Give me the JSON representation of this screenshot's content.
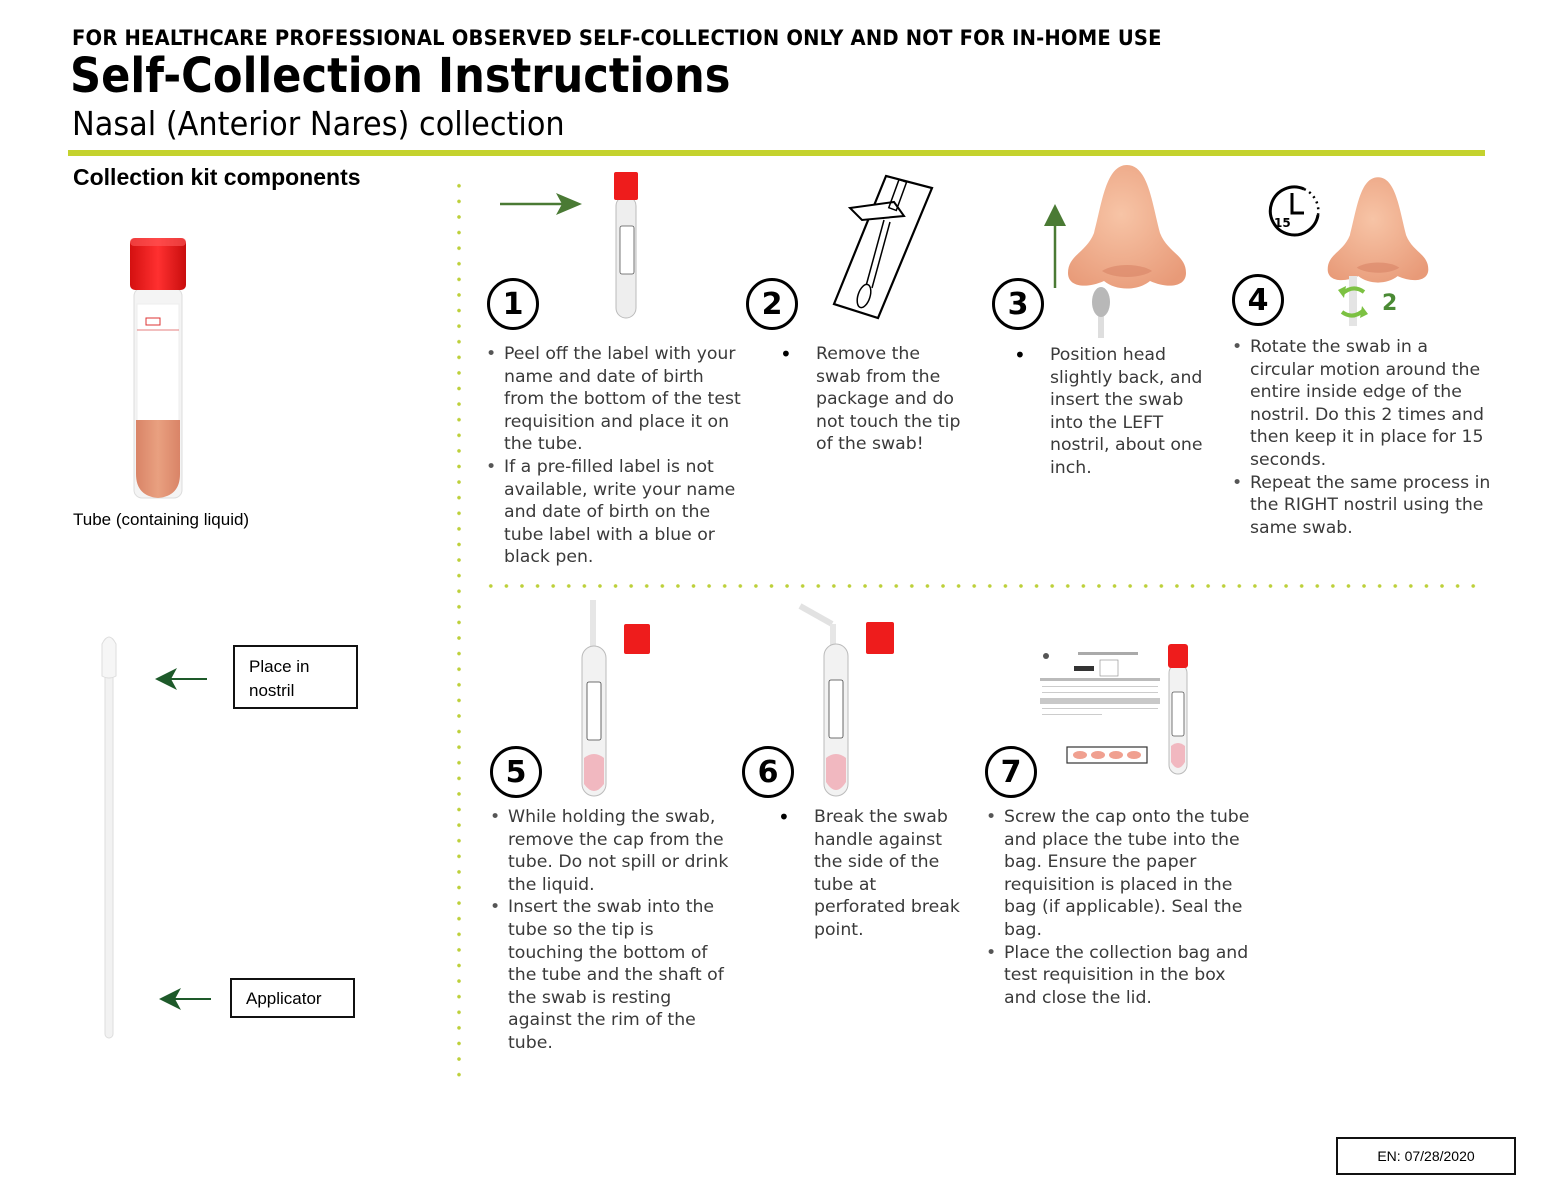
{
  "header": {
    "disclaimer": "FOR HEALTHCARE PROFESSIONAL OBSERVED SELF-COLLECTION ONLY AND NOT FOR IN-HOME USE",
    "title": "Self-Collection Instructions",
    "subtitle": "Nasal (Anterior Nares) collection",
    "accent_color": "#c4d22e"
  },
  "kit": {
    "title": "Collection kit components",
    "tube_caption": "Tube (containing liquid)",
    "swab_labels": {
      "tip": "Place in nostril",
      "shaft": "Applicator"
    },
    "arrow_color": "#1e5a2a",
    "cap_color": "#ee1c1c"
  },
  "steps": [
    {
      "number": "1",
      "icon": "labeled-tube-with-arrow",
      "bullets": [
        "Peel off the label with your name and date of birth from the bottom of the test requisition and place it on the tube.",
        "If a pre-filled label is not available, write your name and date of birth on the tube label with a blue or black pen."
      ]
    },
    {
      "number": "2",
      "icon": "swab-in-package",
      "bullets": [
        "Remove the swab from the package and do not touch the tip of the swab!"
      ]
    },
    {
      "number": "3",
      "icon": "nose-with-swab-up-arrow",
      "bullets": [
        "Position head slightly back, and insert the swab into the LEFT nostril, about one inch."
      ]
    },
    {
      "number": "4",
      "icon": "nose-rotate-timer",
      "timer_label": "15",
      "rotations_label": "2",
      "bullets": [
        "Rotate the swab in a circular motion around the entire inside edge of the nostril. Do this 2 times and then keep it in place for 15 seconds.",
        "Repeat the same process in the RIGHT nostril using the same swab."
      ]
    },
    {
      "number": "5",
      "icon": "swab-in-tube-cap-off",
      "bullets": [
        "While holding the swab, remove the cap from the tube. Do not spill or drink the liquid.",
        "Insert the swab into the tube so the tip is touching the bottom of the tube and the shaft of the swab is resting against the rim of the tube."
      ]
    },
    {
      "number": "6",
      "icon": "swab-broken-in-tube",
      "bullets": [
        "Break the swab handle against the side of the tube at perforated break point."
      ]
    },
    {
      "number": "7",
      "icon": "requisition-bag-tube",
      "bullets": [
        "Screw the cap onto the tube and place the tube into the bag. Ensure the paper requisition is placed in the bag (if applicable). Seal the bag.",
        "Place the collection bag and test requisition in the box and close the lid."
      ]
    }
  ],
  "footer": {
    "edition": "EN: 07/28/2020"
  }
}
